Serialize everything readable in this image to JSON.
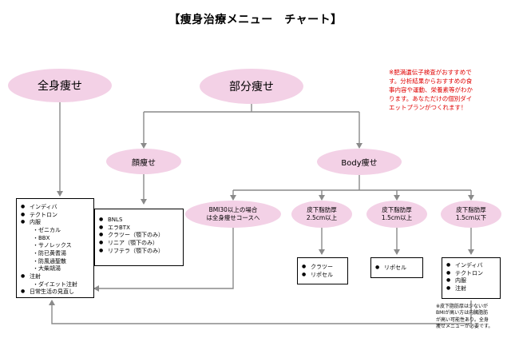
{
  "title": "【痩身治療メニュー　チャート】",
  "top_nodes": {
    "full_body": "全身痩せ",
    "partial": "部分痩せ"
  },
  "mid_nodes": {
    "face": "顔痩せ",
    "body": "Body痩せ"
  },
  "branch_nodes": {
    "bmi": [
      "BMI30以上の場合",
      "は全身痩せコースへ"
    ],
    "fat_25": [
      "皮下脂肪厚",
      "2.5cm以上"
    ],
    "fat_15_up": [
      "皮下脂肪厚",
      "1.5cm以上"
    ],
    "fat_15_down": [
      "皮下脂肪厚",
      "1.5cm以下"
    ]
  },
  "note": [
    "※肥満遺伝子検査がおすすめで",
    "す。分析結果からおすすめの食",
    "事内容や運動、栄養素等がわか",
    "ります。あなただけの個別ダイ",
    "エットプランがつくれます！"
  ],
  "boxes": {
    "full_body": [
      {
        "t": "b",
        "text": "インディバ"
      },
      {
        "t": "b",
        "text": "テクトロン"
      },
      {
        "t": "b",
        "text": "内服"
      },
      {
        "t": "s",
        "text": "・ゼニカル"
      },
      {
        "t": "s",
        "text": "・BBX"
      },
      {
        "t": "s",
        "text": "・サノレックス"
      },
      {
        "t": "s",
        "text": "・防已黄耆湯"
      },
      {
        "t": "s",
        "text": "・防風通聖散"
      },
      {
        "t": "s",
        "text": "・大柴胡湯"
      },
      {
        "t": "b",
        "text": "注射"
      },
      {
        "t": "s",
        "text": "・ダイエット注射"
      },
      {
        "t": "b",
        "text": "日常生活の見直し"
      }
    ],
    "face": [
      {
        "t": "b",
        "text": "BNLS"
      },
      {
        "t": "b",
        "text": "エラBTX"
      },
      {
        "t": "b",
        "text": "クラツー（顎下のみ）"
      },
      {
        "t": "b",
        "text": "リニア（顎下のみ）"
      },
      {
        "t": "b",
        "text": "リフテラ（顎下のみ）"
      }
    ],
    "fat_25": [
      {
        "t": "b",
        "text": "クラツー"
      },
      {
        "t": "b",
        "text": "リポセル"
      }
    ],
    "fat_15_up": [
      {
        "t": "b",
        "text": "リポセル"
      }
    ],
    "fat_15_down": [
      {
        "t": "b",
        "text": "インディバ"
      },
      {
        "t": "b",
        "text": "テクトロン"
      },
      {
        "t": "b",
        "text": "内服"
      },
      {
        "t": "b",
        "text": "注射"
      }
    ]
  },
  "footnote": [
    "※皮下脂肪厚は少ないが",
    "BMIが高い方は内臓脂肪",
    "が高い可能性あり。全身",
    "痩せメニューが必要です。"
  ]
}
